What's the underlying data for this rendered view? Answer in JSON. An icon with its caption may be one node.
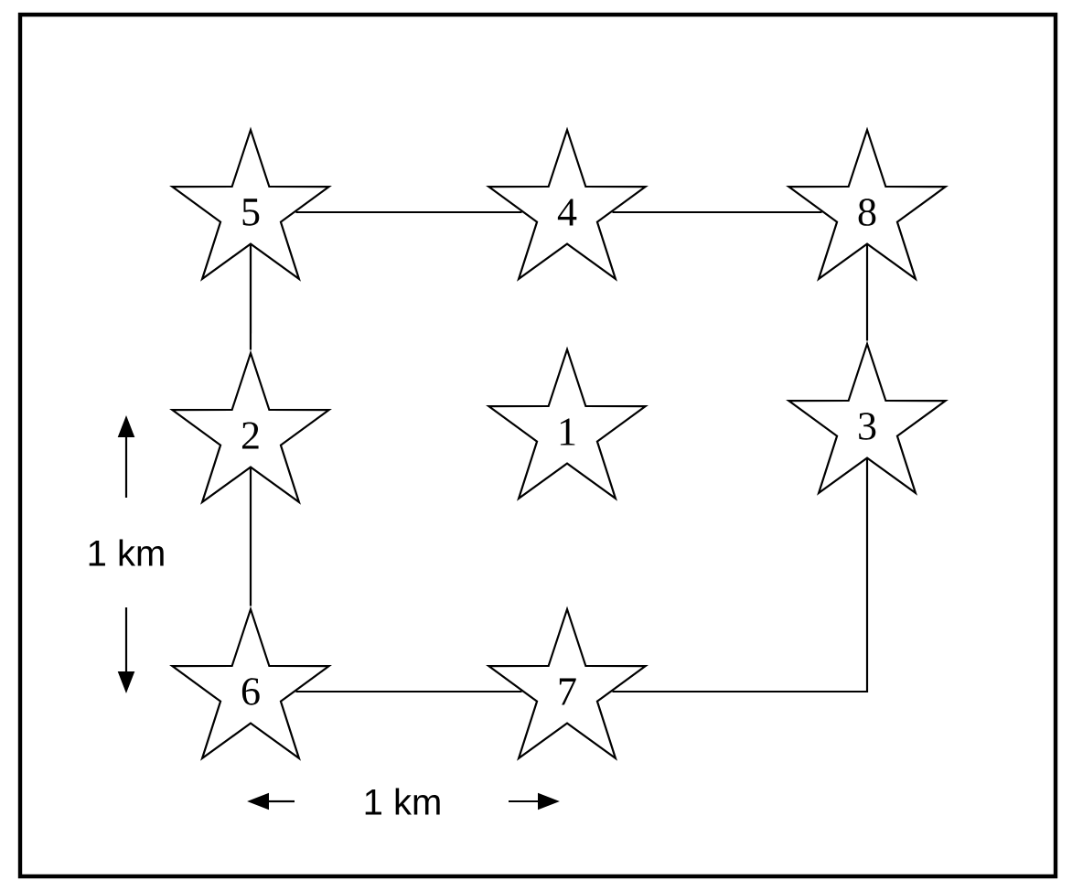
{
  "diagram": {
    "nodes": [
      {
        "text": [
          "5"
        ]
      },
      {
        "text": [
          "4"
        ]
      },
      {
        "text": [
          "8"
        ]
      },
      {
        "text": [
          "2"
        ]
      },
      {
        "text": [
          "1"
        ]
      },
      {
        "text": [
          "3"
        ]
      },
      {
        "text": [
          "6"
        ]
      },
      {
        "text": [
          "7"
        ]
      }
    ],
    "edges": [
      {
        "from": 0,
        "to": 1,
        "arrow": "none"
      },
      {
        "from": 1,
        "to": 2,
        "arrow": "none"
      },
      {
        "from": 0,
        "to": 3,
        "arrow": "none"
      },
      {
        "from": 2,
        "to": 5,
        "arrow": "none"
      },
      {
        "from": 3,
        "to": 6,
        "arrow": "none"
      },
      {
        "from": 6,
        "to": 7,
        "arrow": "none"
      },
      {
        "from": 7,
        "to": 5,
        "arrow": "none"
      }
    ],
    "labels": [
      "1 km",
      "1 km"
    ]
  }
}
